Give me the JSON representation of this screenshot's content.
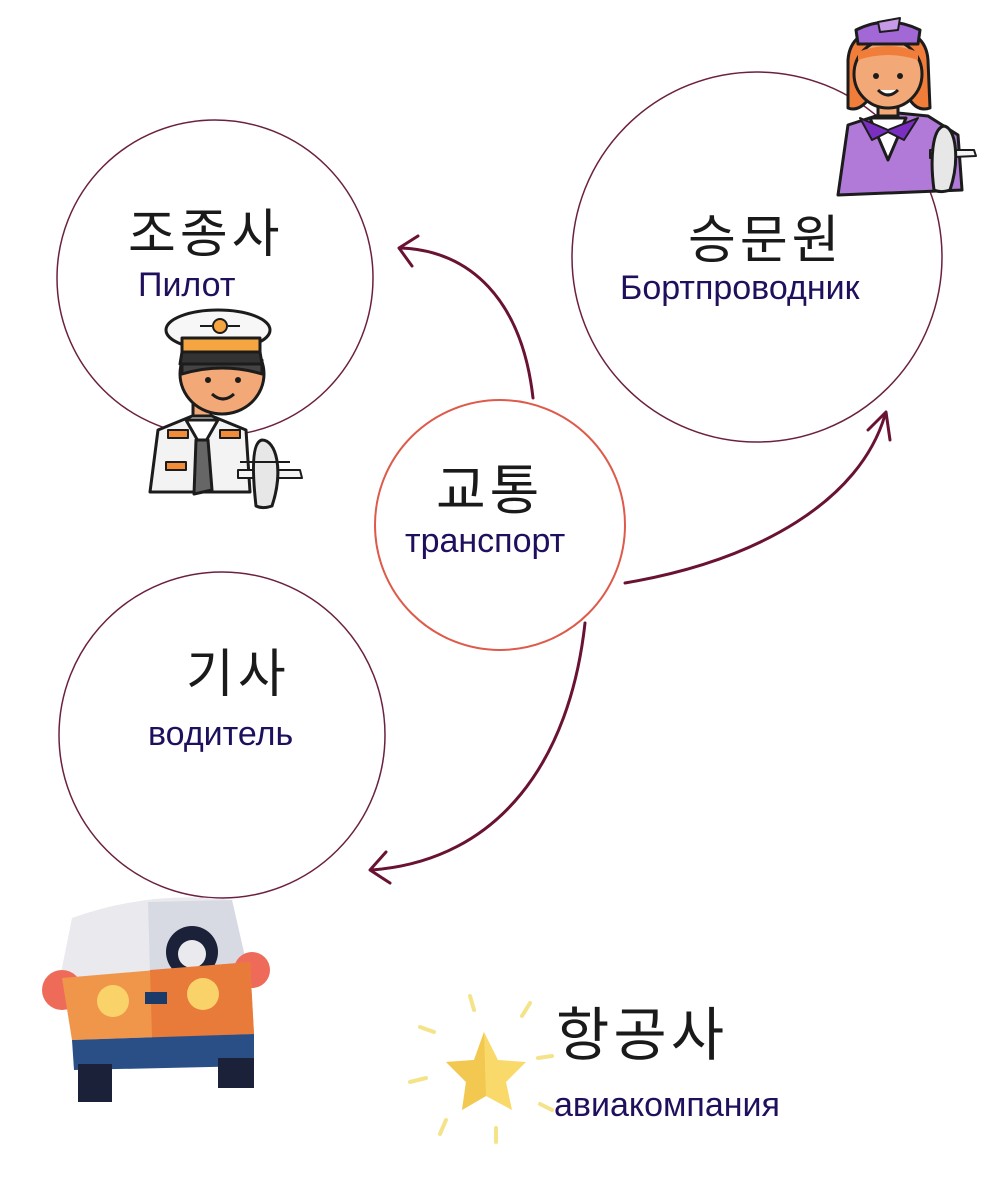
{
  "colors": {
    "circle_stroke": "#6b2040",
    "center_stroke": "#de5a4a",
    "arrow": "#6a1233",
    "russian_text": "#1f0f5c",
    "korean_text": "#1a1a1a"
  },
  "center": {
    "korean": "교통",
    "russian": "транспорт"
  },
  "nodes": [
    {
      "id": "pilot",
      "korean": "조종사",
      "russian": "Пилот",
      "icon": "pilot-icon"
    },
    {
      "id": "flight-attendant",
      "korean": "승문원",
      "russian": "Бортпроводник",
      "icon": "flight-attendant-icon"
    },
    {
      "id": "driver",
      "korean": "기사",
      "russian": "водитель",
      "icon": "car-icon"
    }
  ],
  "extra": {
    "korean": "항공사",
    "russian": "авиакомпания",
    "icon": "star-icon"
  }
}
